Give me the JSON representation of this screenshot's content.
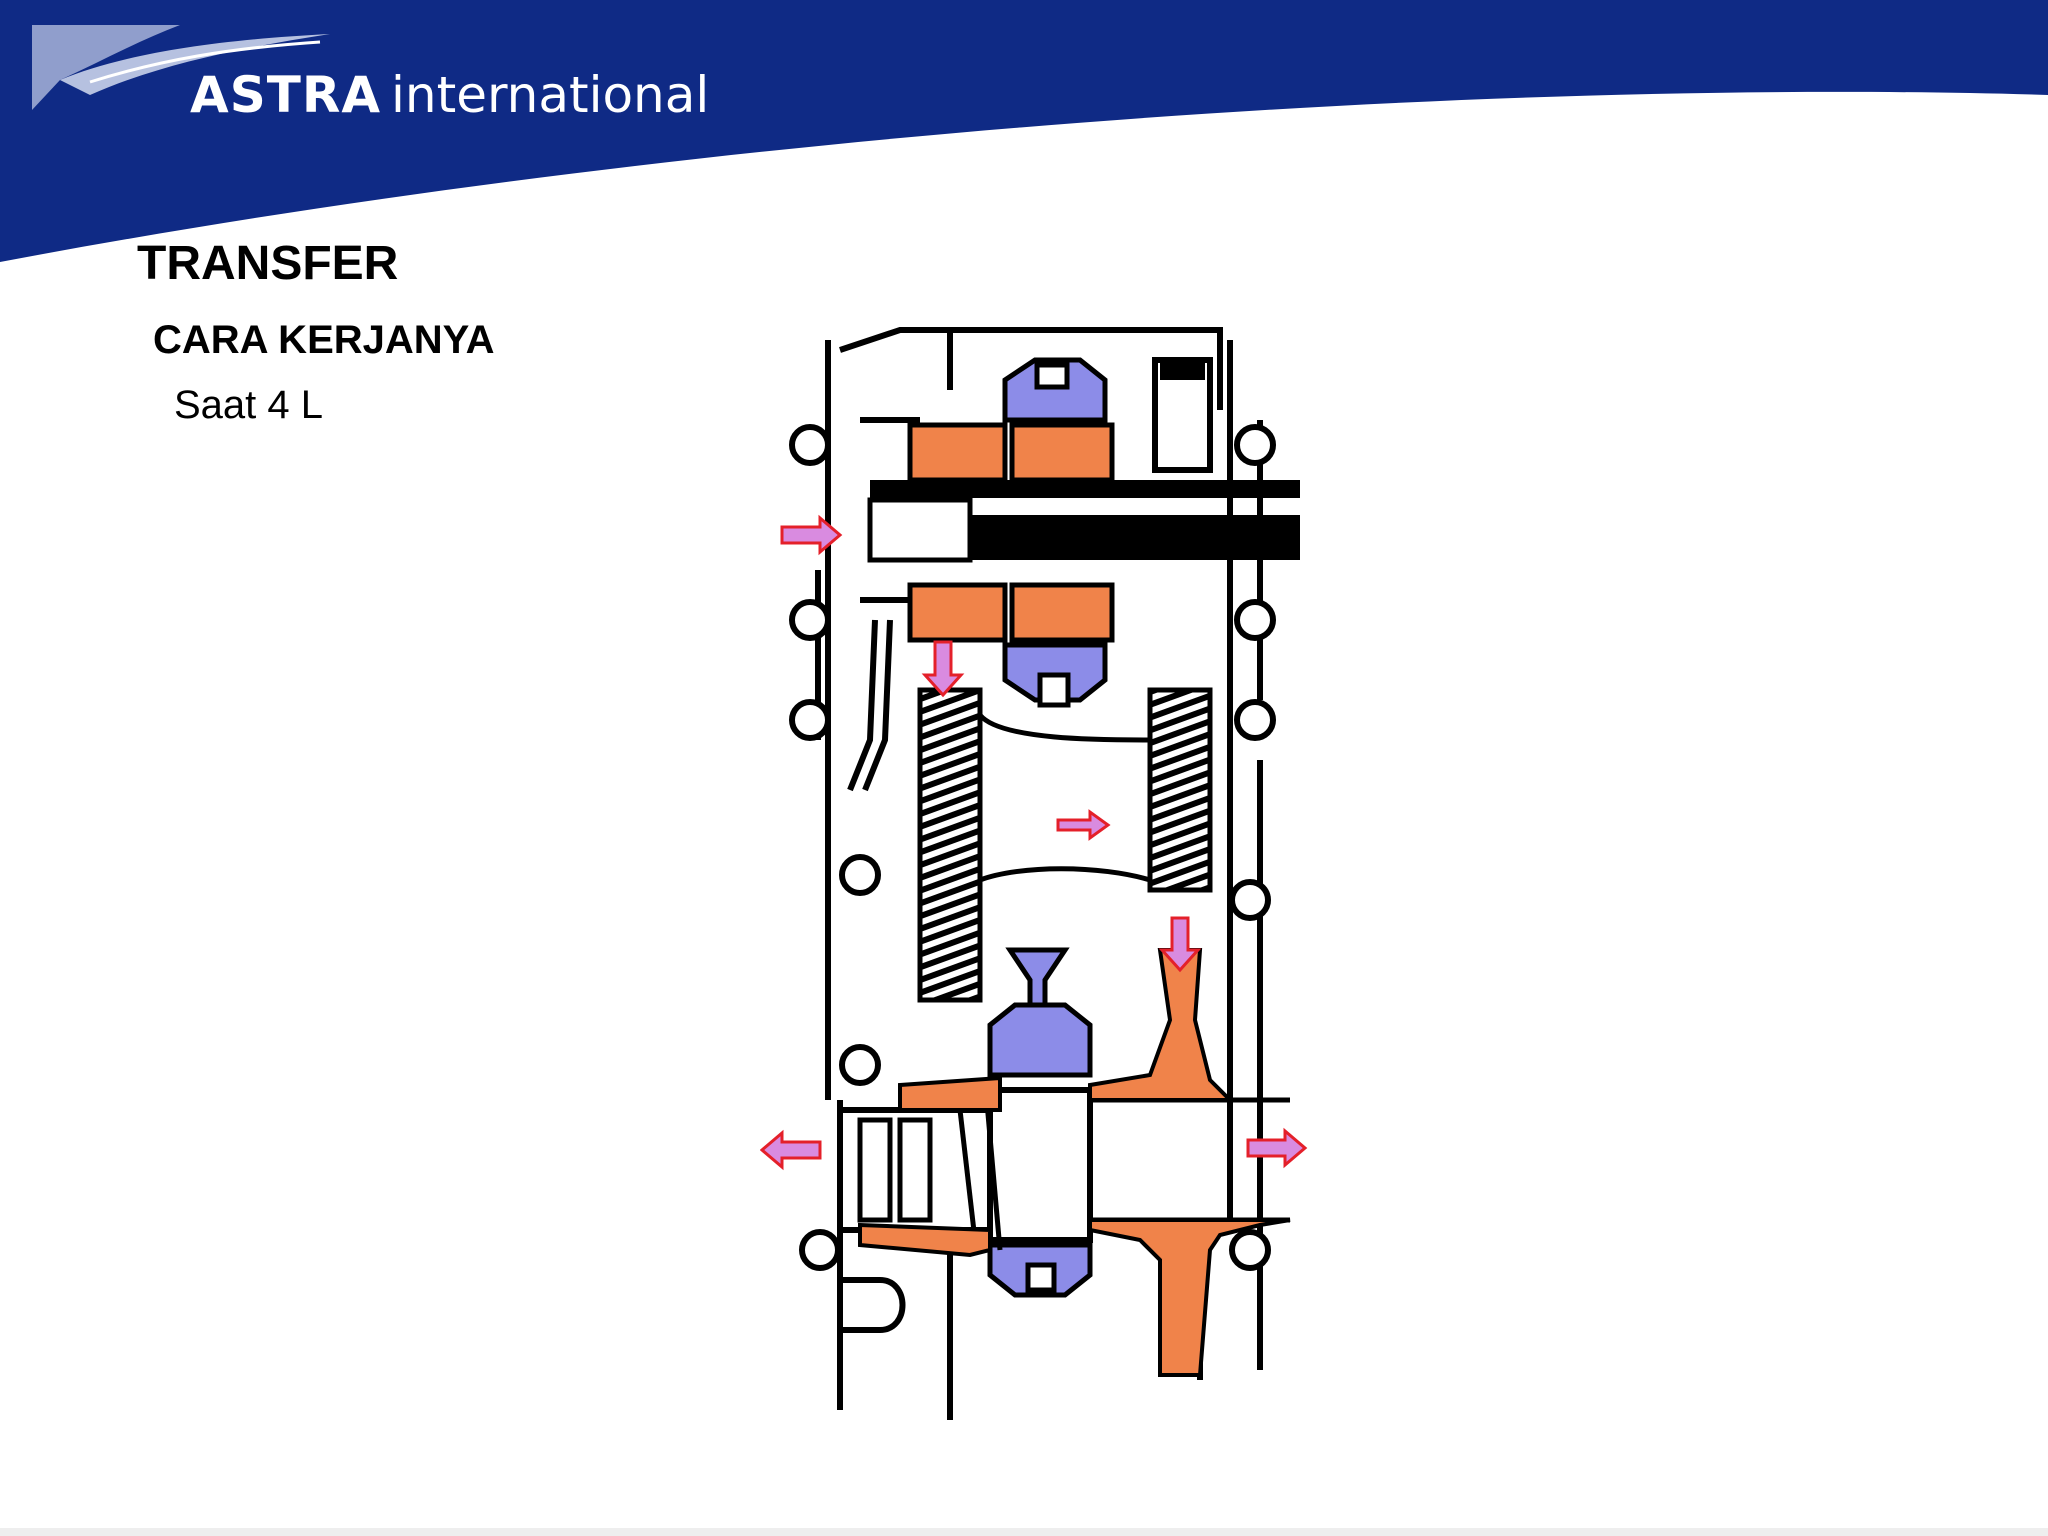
{
  "brand": {
    "name_bold": "ASTRA",
    "name_light": "international"
  },
  "slide": {
    "title": "TRANSFER",
    "subtitle": "CARA KERJANYA",
    "mode": "Saat 4 L"
  },
  "colors": {
    "header_blue": "#0f2a85",
    "gear_orange": "#f0834a",
    "synchro_purple": "#8c8ce8",
    "arrow_red": "#e4202a",
    "arrow_fill": "#d98be0"
  },
  "icons": [
    "astra-swoosh-icon",
    "flow-arrow-icon"
  ]
}
